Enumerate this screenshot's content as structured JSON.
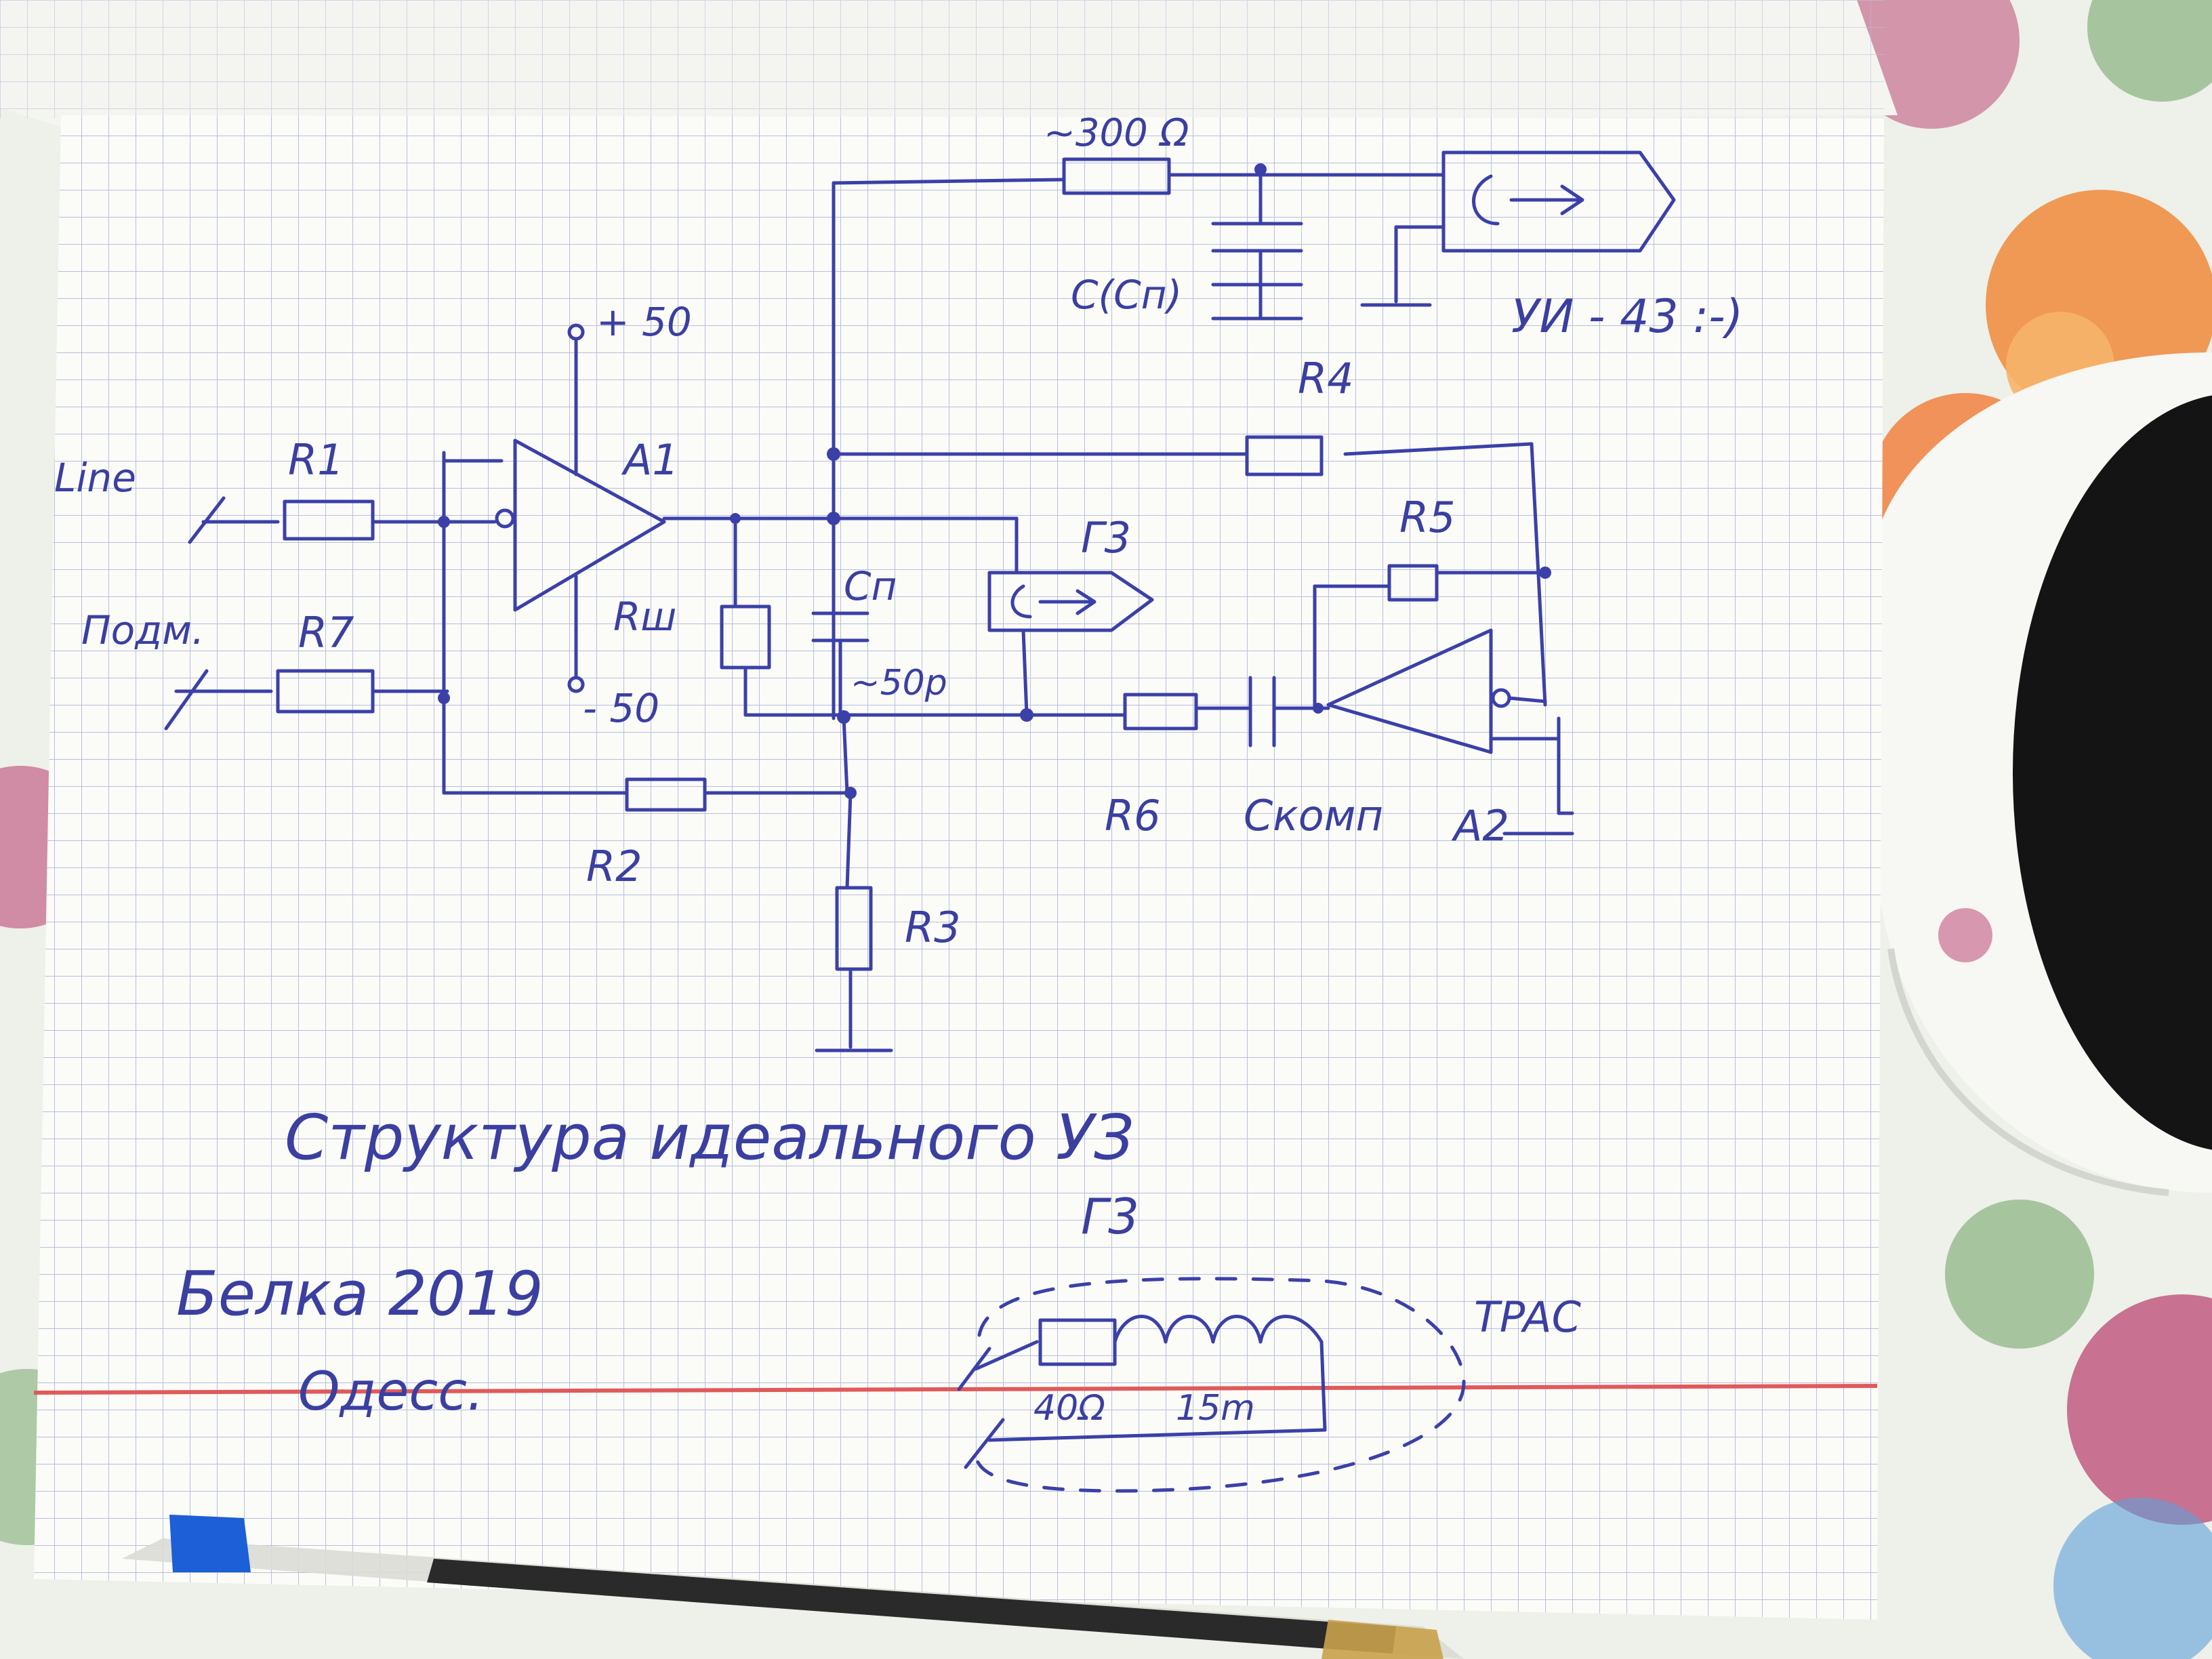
{
  "labels": {
    "line": "Line",
    "podm": "Подм.",
    "r1": "R1",
    "r7": "R7",
    "a1": "A1",
    "vplus": "+ 50",
    "vminus": "- 50",
    "rsh": "Rш",
    "cp": "Cп",
    "cp_value": "~50p",
    "g3": "Г3",
    "r2": "R2",
    "r3": "R3",
    "r4": "R4",
    "r5": "R5",
    "r6": "R6",
    "ckomp": "Cкомп",
    "a2": "A2",
    "r_top": "~300 Ω",
    "c_cp": "C(Cп)",
    "ui43": "УИ - 43 :-)",
    "g3_bottom": "Г3",
    "r40": "40Ω",
    "l15": "15m",
    "tpac": "TPAC"
  },
  "notes": {
    "title": "Структура идеального УЗ",
    "author": "Белка 2019",
    "place": "Одесс."
  },
  "colors": {
    "ink": "#3b40a8",
    "paper": "#fbfbf8",
    "grid": "#b9bfdd",
    "margin_line": "#e05a5a",
    "mug_inner": "#141414",
    "pen_cap": "#1c5fd6"
  }
}
